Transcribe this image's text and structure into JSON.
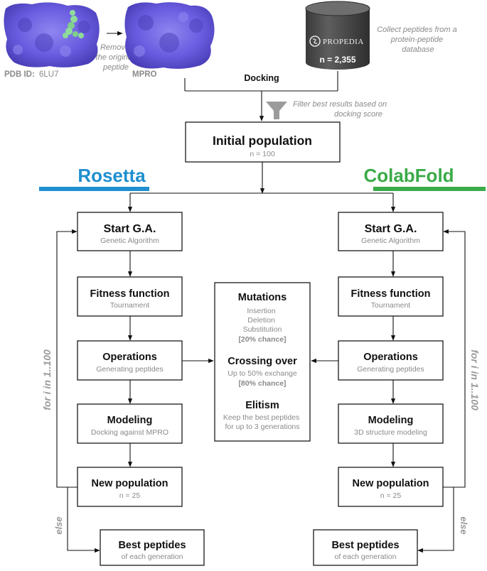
{
  "colors": {
    "rosetta": "#1f8fcf",
    "colabfold": "#3aab48",
    "protein": "#6a5ce0",
    "peptide": "#8fdc9a",
    "gray_text": "#8a8a8a",
    "db_cylinder": "#4a4a4a"
  },
  "icons": [
    "protein-surface-image",
    "database-cylinder-icon",
    "funnel-icon",
    "propedia-logo-icon"
  ],
  "header": {
    "pdb_label": "PDB ID:",
    "pdb_id": "6LU7",
    "remove_note": [
      "Remove",
      "the original",
      "peptide"
    ],
    "mpro_label": "MPRO",
    "database_name": "PROPEDIA",
    "database_count": "n = 2,355",
    "collect_note": [
      "Collect peptides from a",
      "protein-peptide",
      "database"
    ],
    "docking_label": "Docking",
    "filter_note": [
      "Filter best results based on",
      "docking score"
    ]
  },
  "initial_population": {
    "title": "Initial population",
    "sub": "n = 100"
  },
  "methods": {
    "left": "Rosetta",
    "right": "ColabFold"
  },
  "left_column": {
    "start": {
      "title": "Start G.A.",
      "sub": "Genetic Algorithm"
    },
    "fitness": {
      "title": "Fitness function",
      "sub": "Tournament"
    },
    "operations": {
      "title": "Operations",
      "sub": "Generating peptides"
    },
    "modeling": {
      "title": "Modeling",
      "sub": "Docking against MPRO"
    },
    "new_population": {
      "title": "New population",
      "sub": "n = 25"
    },
    "best": {
      "title": "Best peptides",
      "sub": "of each generation"
    }
  },
  "right_column": {
    "start": {
      "title": "Start G.A.",
      "sub": "Genetic Algorithm"
    },
    "fitness": {
      "title": "Fitness function",
      "sub": "Tournament"
    },
    "operations": {
      "title": "Operations",
      "sub": "Generating peptides"
    },
    "modeling": {
      "title": "Modeling",
      "sub": "3D structure modeling"
    },
    "new_population": {
      "title": "New population",
      "sub": "n = 25"
    },
    "best": {
      "title": "Best peptides",
      "sub": "of each generation"
    }
  },
  "center_box": {
    "mutations_title": "Mutations",
    "mutations_items": [
      "Insertion",
      "Deletion",
      "Substitution"
    ],
    "mutations_chance": "[20% chance]",
    "crossing_title": "Crossing over",
    "crossing_desc": "Up to 50% exchange",
    "crossing_chance": "[80% chance]",
    "elitism_title": "Elitism",
    "elitism_desc": [
      "Keep the best peptides",
      "for up to 3 generations"
    ]
  },
  "loop": {
    "label": "for i in 1..100",
    "else_label": "else"
  }
}
